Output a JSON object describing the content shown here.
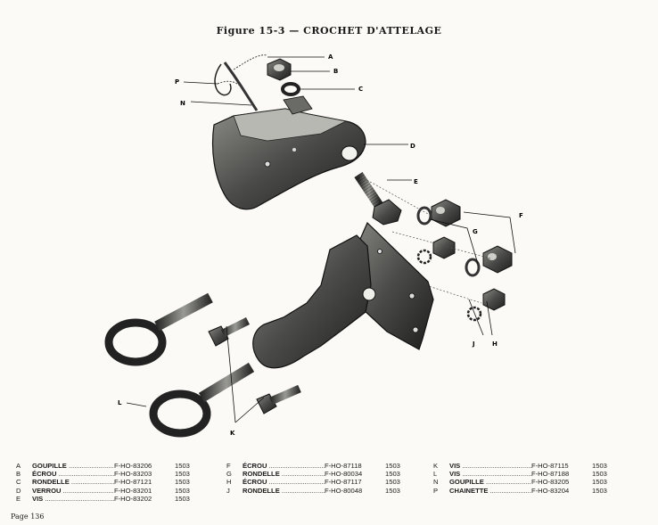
{
  "figure": {
    "title": "Figure 15-3 — CROCHET D'ATTELAGE"
  },
  "callouts": [
    "A",
    "B",
    "C",
    "P",
    "N",
    "D",
    "E",
    "F",
    "G",
    "J",
    "H",
    "L",
    "K"
  ],
  "parts_list": {
    "col1": [
      {
        "letter": "A",
        "name": "GOUPILLE",
        "ref": "F-HO-83206",
        "qty": "1503"
      },
      {
        "letter": "B",
        "name": "ÉCROU",
        "ref": "F-HO-83203",
        "qty": "1503"
      },
      {
        "letter": "C",
        "name": "RONDELLE",
        "ref": "F-HO-87121",
        "qty": "1503"
      },
      {
        "letter": "D",
        "name": "VERROU",
        "ref": "F-HO-83201",
        "qty": "1503"
      },
      {
        "letter": "E",
        "name": "VIS",
        "ref": "F-HO-83202",
        "qty": "1503"
      }
    ],
    "col2": [
      {
        "letter": "F",
        "name": "ÉCROU",
        "ref": "F-HO-87118",
        "qty": "1503"
      },
      {
        "letter": "G",
        "name": "RONDELLE",
        "ref": "F-HO-80034",
        "qty": "1503"
      },
      {
        "letter": "H",
        "name": "ÉCROU",
        "ref": "F-HO-87117",
        "qty": "1503"
      },
      {
        "letter": "J",
        "name": "RONDELLE",
        "ref": "F-HO-80048",
        "qty": "1503"
      }
    ],
    "col3": [
      {
        "letter": "K",
        "name": "VIS",
        "ref": "F-HO-87115",
        "qty": "1503"
      },
      {
        "letter": "L",
        "name": "VIS",
        "ref": "F-HO-87188",
        "qty": "1503"
      },
      {
        "letter": "N",
        "name": "GOUPILLE",
        "ref": "F-HO-83205",
        "qty": "1503"
      },
      {
        "letter": "P",
        "name": "CHAINETTE",
        "ref": "F-HO-83204",
        "qty": "1503"
      }
    ]
  },
  "page": {
    "label": "Page 136"
  }
}
